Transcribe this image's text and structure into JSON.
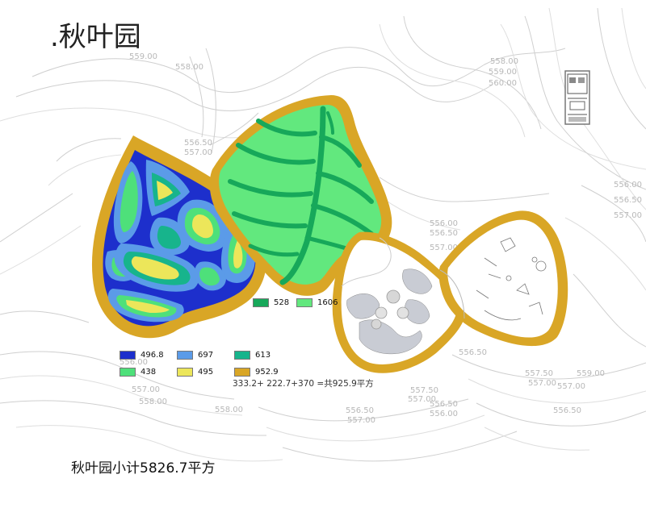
{
  "title": ".秋叶园",
  "subtotal": "秋叶园小计5826.7平方",
  "note": "333.2+ 222.7+370 =共925.9平方",
  "legend": [
    {
      "value": "496.8",
      "color": "#1d2fcc"
    },
    {
      "value": "697",
      "color": "#5b9be8"
    },
    {
      "value": "613",
      "color": "#17b48c"
    },
    {
      "value": "438",
      "color": "#4ee07a"
    },
    {
      "value": "495",
      "color": "#ece65a"
    },
    {
      "value": "952.9",
      "color": "#d9a626"
    },
    {
      "value": "528",
      "color": "#17a85a"
    },
    {
      "value": "1606",
      "color": "#62e87e"
    }
  ],
  "elevations": [
    "559.00",
    "558.00",
    "558.00",
    "559.00",
    "560.00",
    "556.50",
    "557.00",
    "556.00",
    "556.50",
    "557.00",
    "556.00",
    "556.50",
    "557.00",
    "556.50",
    "556.00",
    "557.00",
    "558.00",
    "558.00",
    "556.50",
    "557.00",
    "557.50",
    "557.00",
    "556.50",
    "556.00",
    "557.50",
    "557.00",
    "559.00",
    "557.00",
    "556.50"
  ],
  "icons": [
    "building-plan-icon",
    "playground-equipment-icon"
  ]
}
